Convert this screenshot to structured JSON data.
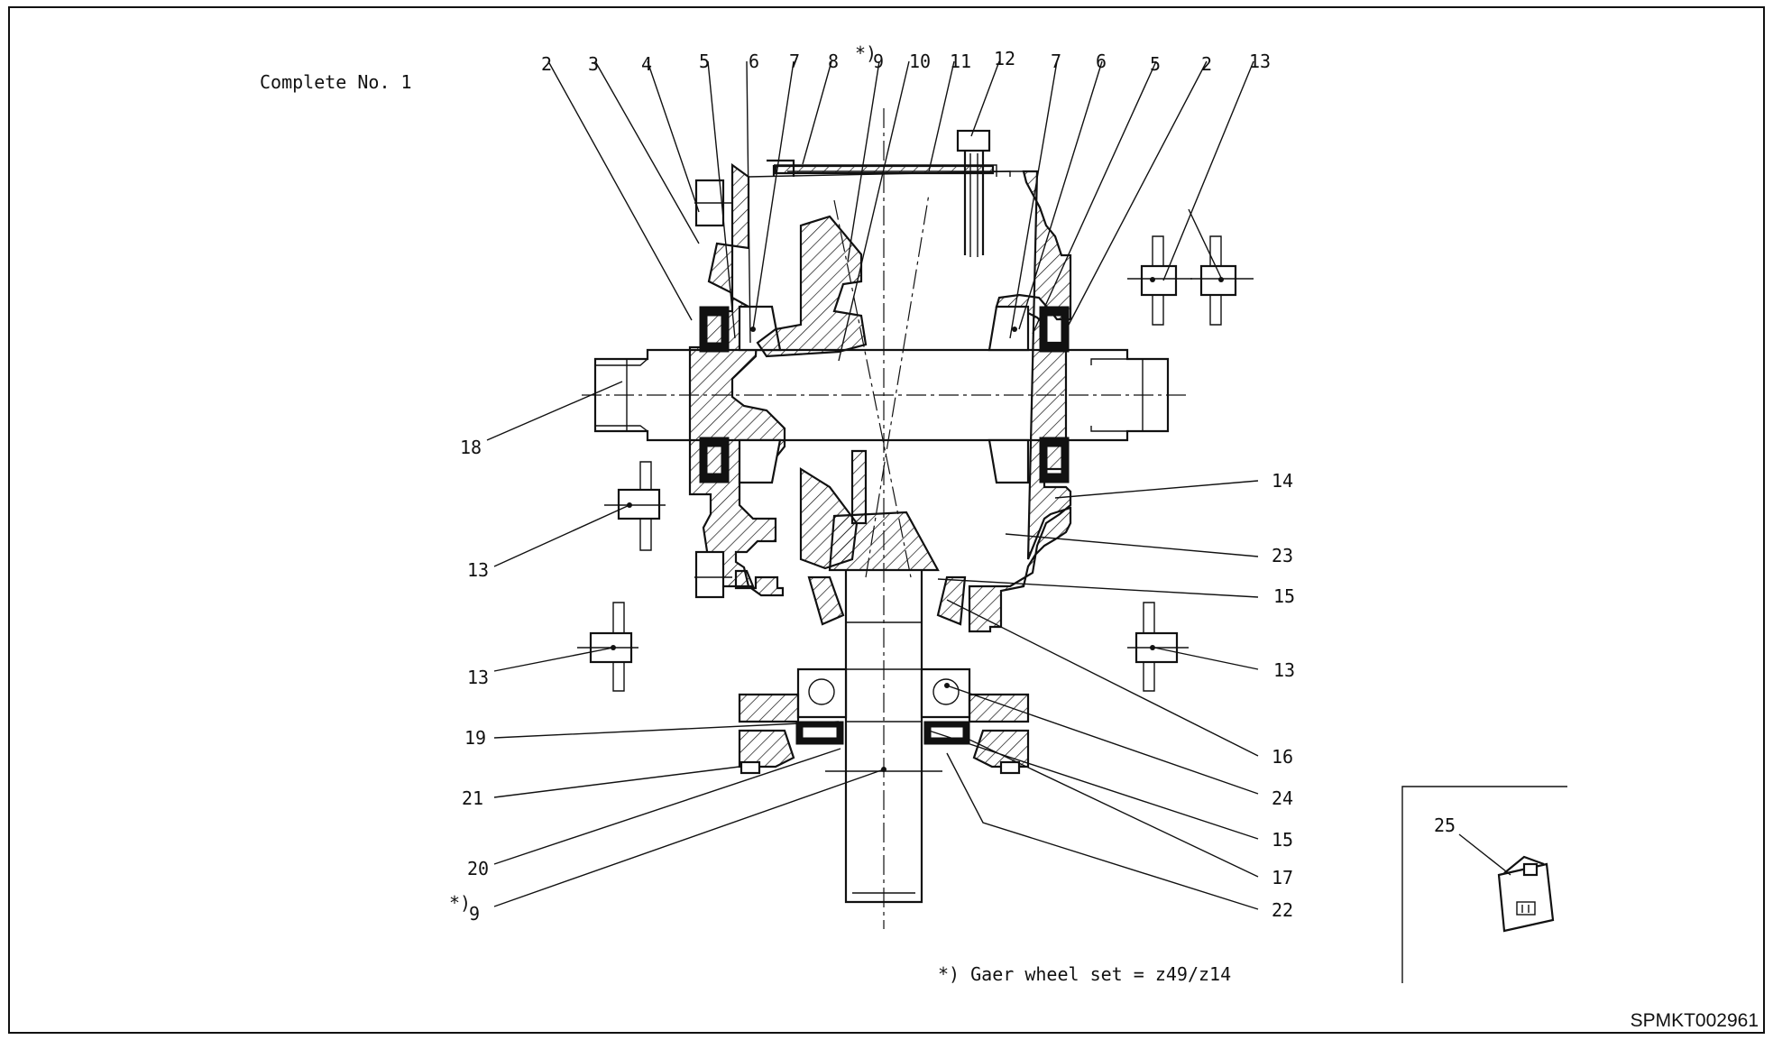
{
  "diagram": {
    "complete_label": "Complete No. 1",
    "drawing_code": "SPMKT002961",
    "footnote": "*) Gaer wheel set = z49/z14",
    "star_marker": "*)",
    "callouts": {
      "top": [
        "2",
        "3",
        "4",
        "5",
        "6",
        "7",
        "8",
        "9",
        "10",
        "11",
        "12",
        "7",
        "6",
        "5",
        "2",
        "13"
      ],
      "left": [
        "18",
        "13",
        "13",
        "19",
        "21",
        "20",
        "9"
      ],
      "right": [
        "14",
        "23",
        "15",
        "13",
        "16",
        "24",
        "15",
        "17",
        "22"
      ],
      "kit": "25"
    }
  }
}
